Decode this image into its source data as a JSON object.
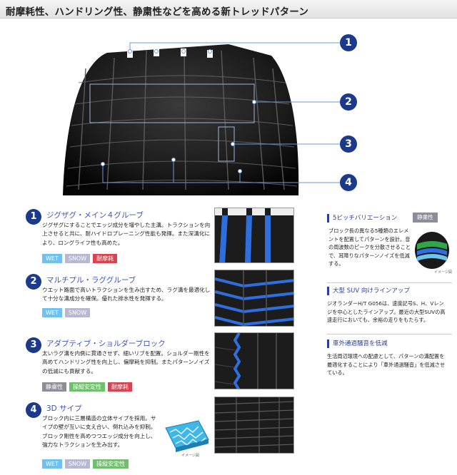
{
  "header": {
    "title": "耐摩耗性、ハンドリング性、静粛性などを高める新トレッドパターン"
  },
  "hero": {
    "callouts": [
      "1",
      "2",
      "3",
      "4"
    ],
    "colors": {
      "callout": "#1b3a8c",
      "guide": "#6a9bd8"
    }
  },
  "features": [
    {
      "num": "1",
      "title": "ジグザグ・メイン４グルーブ",
      "desc": "ジグザグにすることでエッジ成分を増やした主溝。トラクションを向上させると共に、耐ハイドロプレーニング性能も発揮。また深溝化により、ロングライフ性も高めた。",
      "tags": [
        "WET",
        "SNOW",
        "耐摩耗"
      ]
    },
    {
      "num": "2",
      "title": "マルチプル・ラググルーブ",
      "desc": "ウエット路面で高いトラクションを生み出すため、ラグ溝を最適化して十分な溝成分を確保。優れた排水性を発揮する。",
      "tags": [
        "WET",
        "SNOW"
      ]
    },
    {
      "num": "3",
      "title": "アダプティブ・ショルダーブロック",
      "desc": "太いラグ溝を内側に貫通させず、細いリブを配置。ショルダー剛性を高めてハンドリング性を向上し、偏摩耗を抑制。またパターンノイズの低減にも貢献する。",
      "tags": [
        "静粛性",
        "操縦安定性",
        "耐摩耗"
      ]
    },
    {
      "num": "4",
      "title": "3D サイプ",
      "desc": "ブロック内に三層構造の立体サイプを採用。サイプの壁が互いに支え合い、倒れ込みを抑制。ブロック剛性を高めつつエッジ成分を向上し、強力なトラクションを生み出す。",
      "tags": [
        "WET",
        "SNOW",
        "操縦安定性"
      ],
      "image_caption": "イメージ図"
    }
  ],
  "right": [
    {
      "title": "5ピッチバリエーション",
      "tag": "静粛性",
      "desc": "ブロック長の異なる5種類のエレメントを配置してパターンを設計。音の周波数のピークを分散させることで、耳障りなパターンノイズを低減する。",
      "image_caption": "イメージ図"
    },
    {
      "title": "大型 SUV 向けラインアップ",
      "desc": "ジオランダーH/T G056は、速度記号S、H、Vレンジを中心としたラインアップ。最近の大型SUVの高速走行においても、余裕の走りをもたらす。"
    },
    {
      "title": "車外通過騒音を低減",
      "desc": "生活周辺環境への配慮として、パターンの溝配置を最適化することにより「車外通過騒音」を低減させている。"
    }
  ]
}
